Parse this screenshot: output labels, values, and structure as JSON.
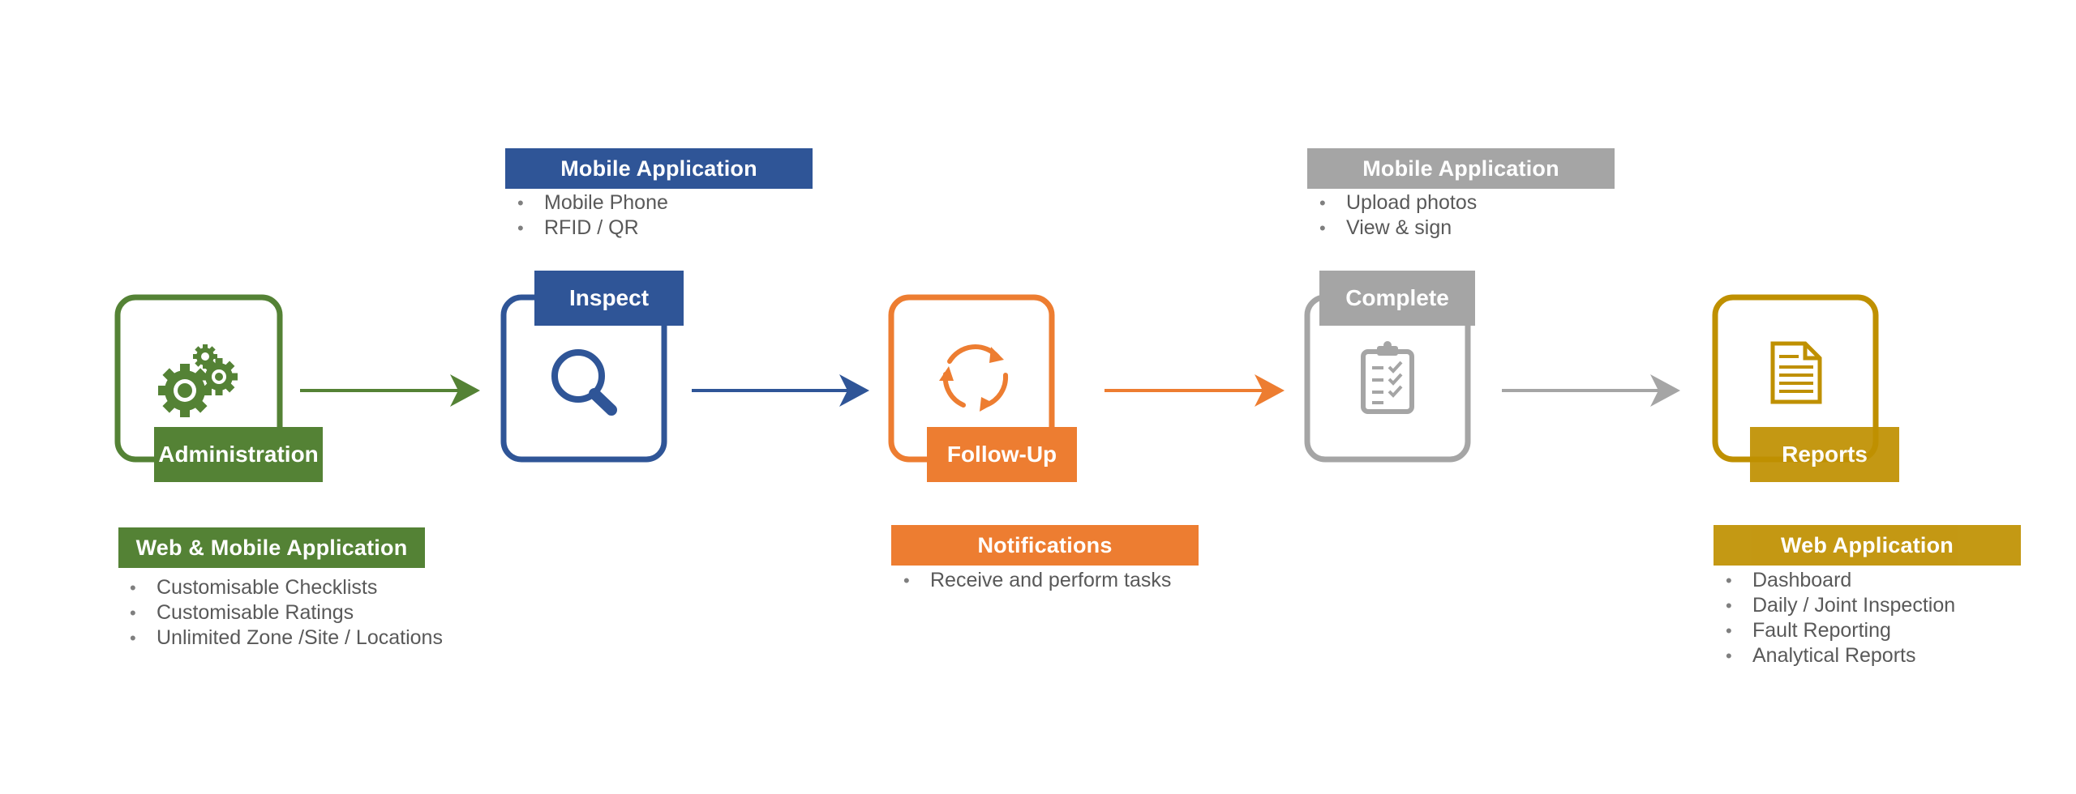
{
  "colors": {
    "green": "#548235",
    "blue": "#2F5597",
    "orange": "#ED7D31",
    "gray": "#A5A5A5",
    "gold": "#BF9000",
    "text": "#595959"
  },
  "steps": [
    {
      "label": "Administration",
      "icon": "gears-icon",
      "info_title": "Web & Mobile Application",
      "bullets": [
        "Customisable Checklists",
        "Customisable Ratings",
        "Unlimited Zone /Site / Locations"
      ]
    },
    {
      "label": "Inspect",
      "icon": "magnifier-icon",
      "info_title": "Mobile Application",
      "bullets": [
        "Mobile Phone",
        "RFID / QR"
      ]
    },
    {
      "label": "Follow-Up",
      "icon": "refresh-cycle-icon",
      "info_title": "Notifications",
      "bullets": [
        "Receive and perform tasks"
      ]
    },
    {
      "label": "Complete",
      "icon": "clipboard-checklist-icon",
      "info_title": "Mobile Application",
      "bullets": [
        "Upload photos",
        "View & sign"
      ]
    },
    {
      "label": "Reports",
      "icon": "document-icon",
      "info_title": "Web Application",
      "bullets": [
        "Dashboard",
        "Daily / Joint Inspection",
        "Fault Reporting",
        "Analytical Reports"
      ]
    }
  ]
}
